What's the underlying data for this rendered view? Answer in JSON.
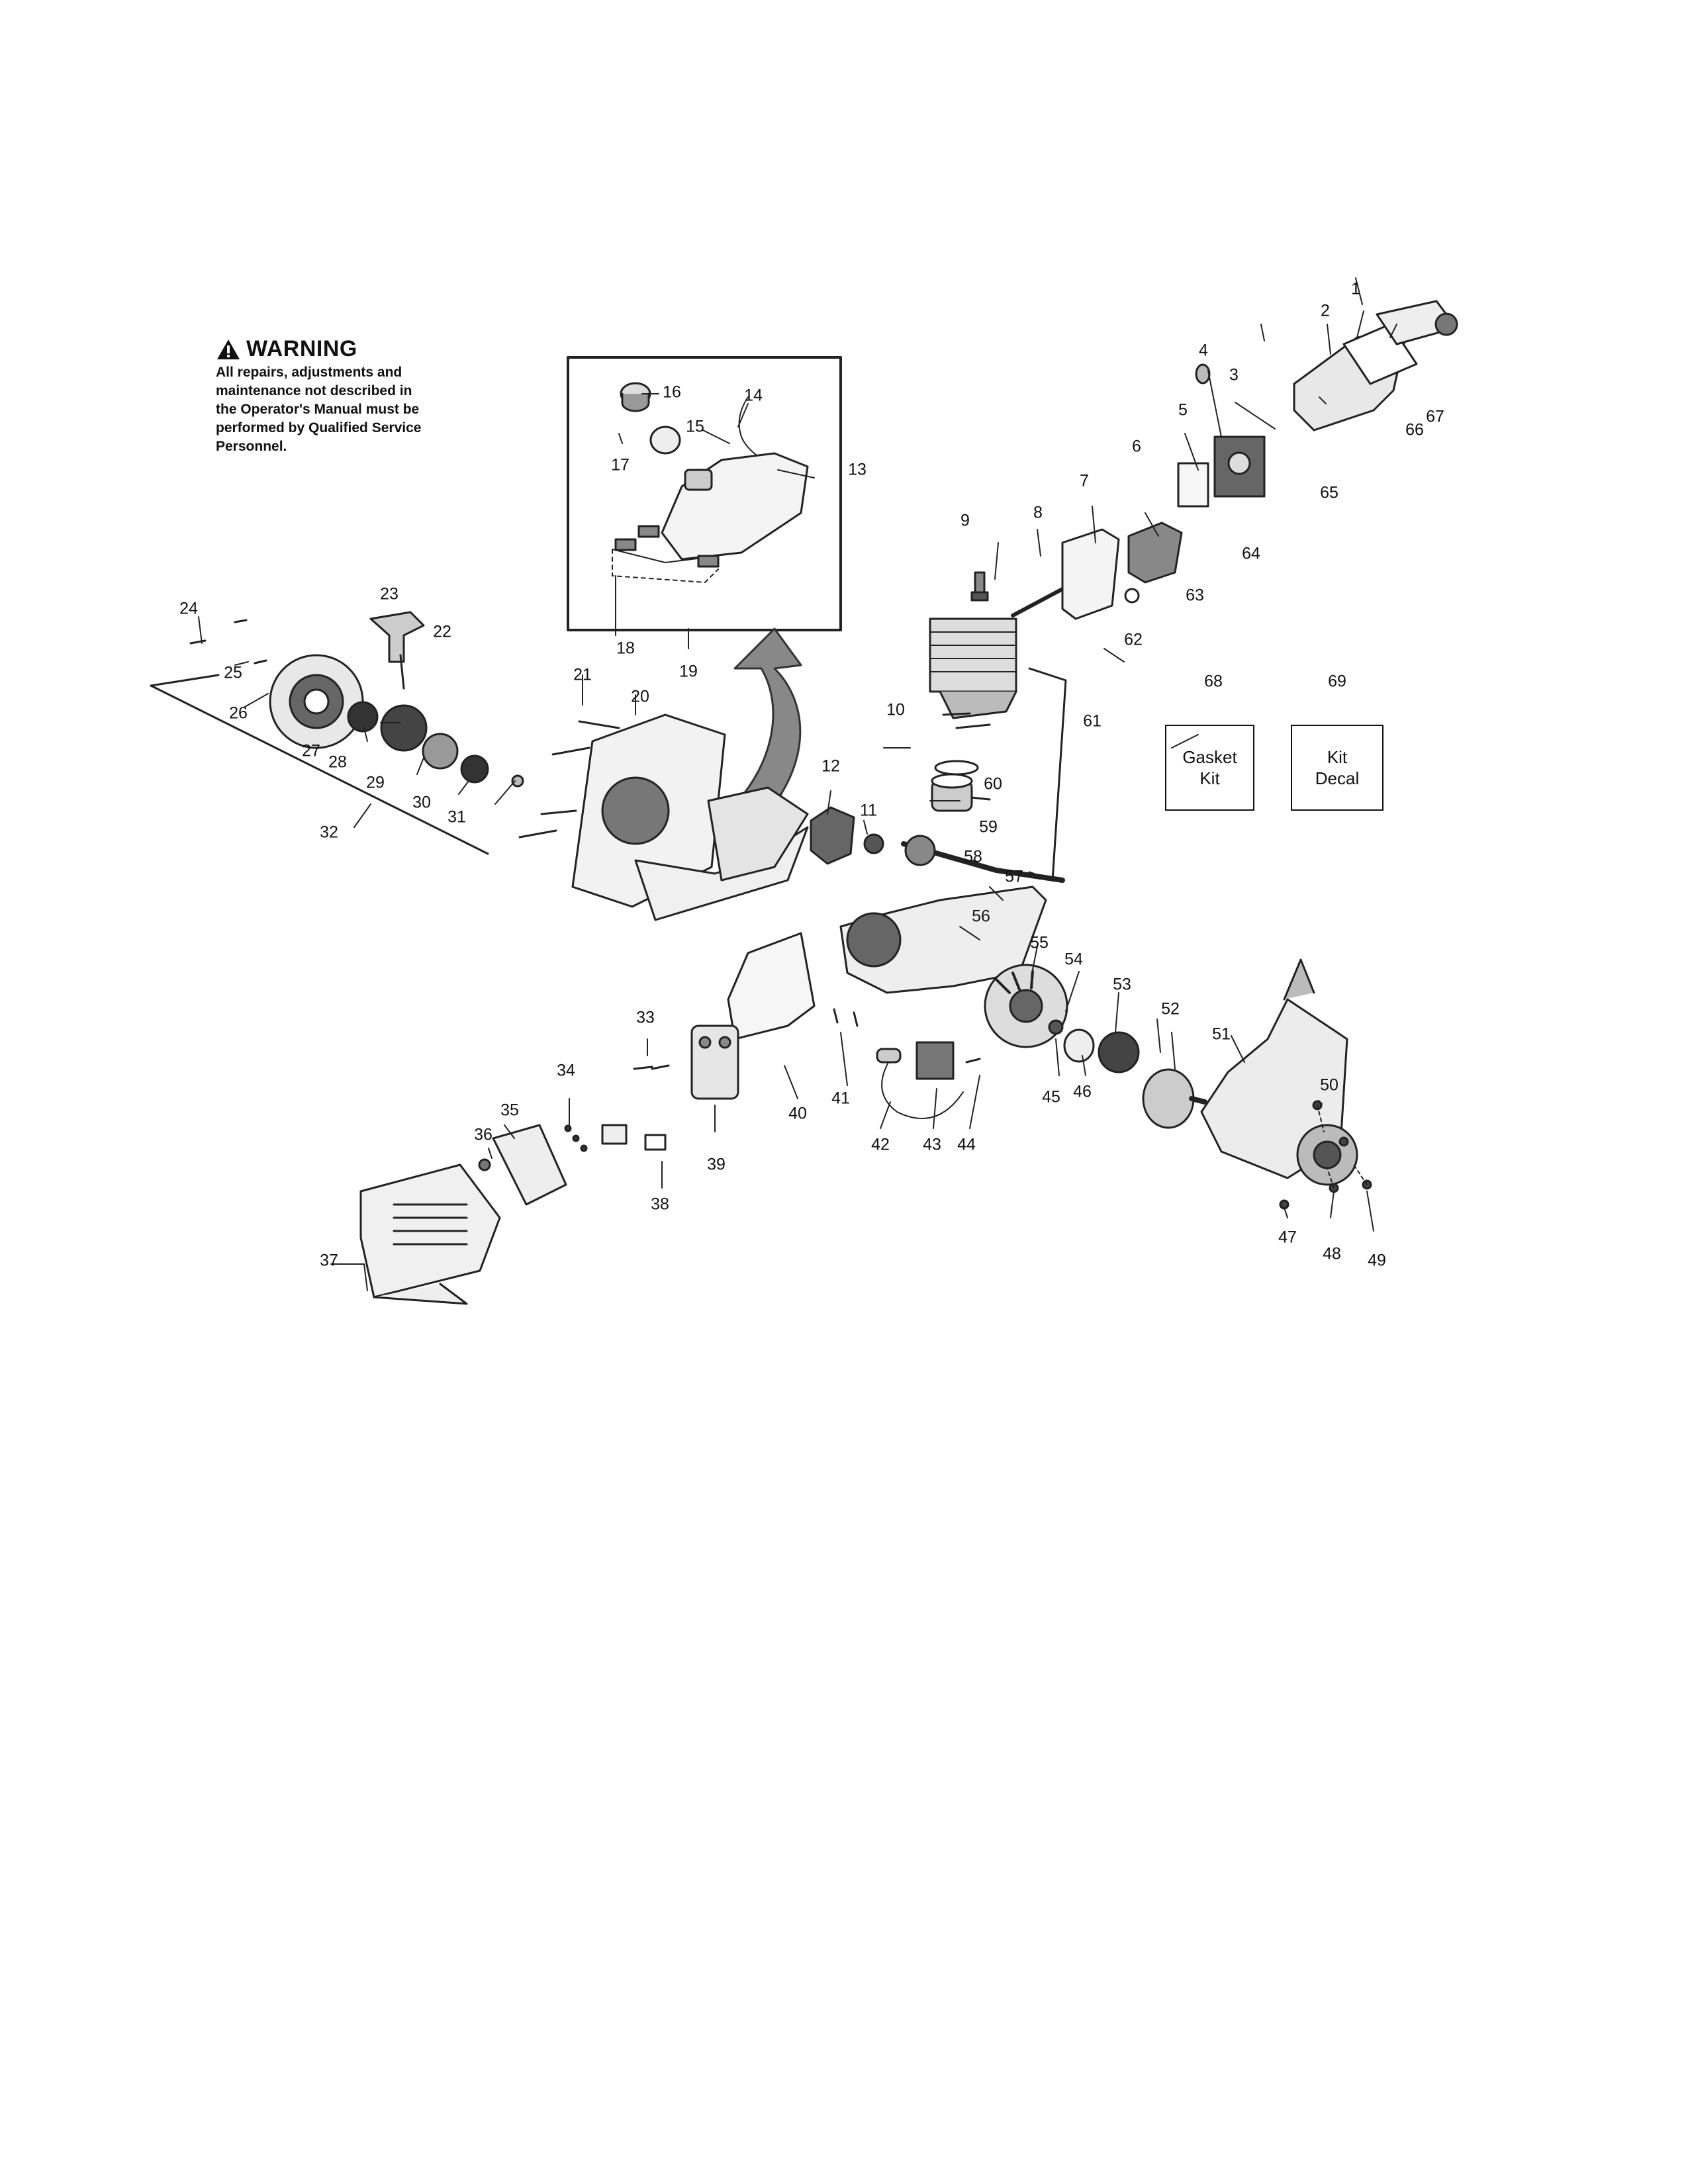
{
  "warning": {
    "title": "WARNING",
    "lines": [
      "All repairs, adjustments and",
      "maintenance not described in",
      "the Operator's Manual must be",
      "performed by Qualified Service",
      "Personnel."
    ]
  },
  "callouts": [
    "1",
    "2",
    "3",
    "4",
    "5",
    "6",
    "7",
    "8",
    "9",
    "10",
    "11",
    "12",
    "13",
    "14",
    "15",
    "16",
    "17",
    "18",
    "19",
    "20",
    "21",
    "22",
    "23",
    "24",
    "25",
    "26",
    "27",
    "28",
    "29",
    "30",
    "31",
    "32",
    "33",
    "34",
    "35",
    "36",
    "37",
    "38",
    "39",
    "40",
    "41",
    "42",
    "43",
    "44",
    "45",
    "46",
    "47",
    "48",
    "49",
    "50",
    "51",
    "52",
    "53",
    "54",
    "55",
    "56",
    "57",
    "58",
    "59",
    "60",
    "61",
    "62",
    "63",
    "64",
    "65",
    "66",
    "67",
    "68",
    "69"
  ],
  "kits": {
    "gasket": "Gasket\nKit",
    "decal": "Kit\nDecal"
  },
  "icons": {
    "warning": "warning-triangle-icon",
    "arrow": "curved-arrow-icon"
  }
}
